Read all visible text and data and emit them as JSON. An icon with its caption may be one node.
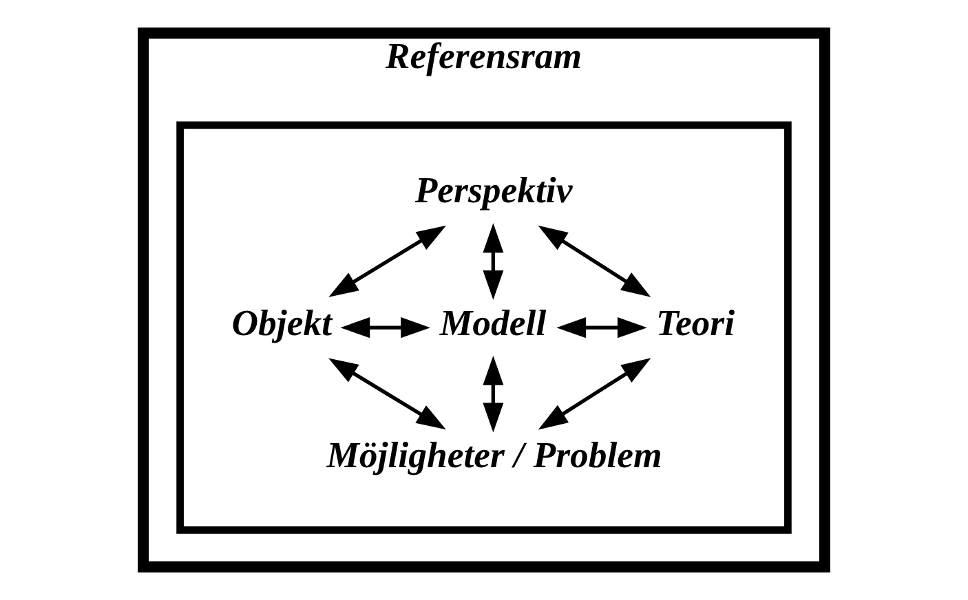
{
  "diagram": {
    "nodes": [
      {
        "text": [
          "Referensram"
        ]
      },
      {
        "text": [],
        "shape": "box",
        "in": 0
      },
      {
        "text": [
          "Perspektiv"
        ],
        "in": 1
      },
      {
        "text": [
          "Objekt"
        ],
        "in": 1
      },
      {
        "text": [
          "Modell"
        ],
        "in": 1
      },
      {
        "text": [
          "Teori"
        ],
        "in": 1
      },
      {
        "text": [
          "Möjligheter / Problem"
        ],
        "in": 1
      }
    ],
    "edges": [
      {
        "from": 2,
        "to": 3,
        "arrow": "both"
      },
      {
        "from": 2,
        "to": 4,
        "arrow": "both"
      },
      {
        "from": 2,
        "to": 5,
        "arrow": "both"
      },
      {
        "from": 3,
        "to": 4,
        "arrow": "both"
      },
      {
        "from": 4,
        "to": 5,
        "arrow": "both"
      },
      {
        "from": 3,
        "to": 6,
        "arrow": "both"
      },
      {
        "from": 4,
        "to": 6,
        "arrow": "both"
      },
      {
        "from": 5,
        "to": 6,
        "arrow": "both"
      }
    ]
  }
}
